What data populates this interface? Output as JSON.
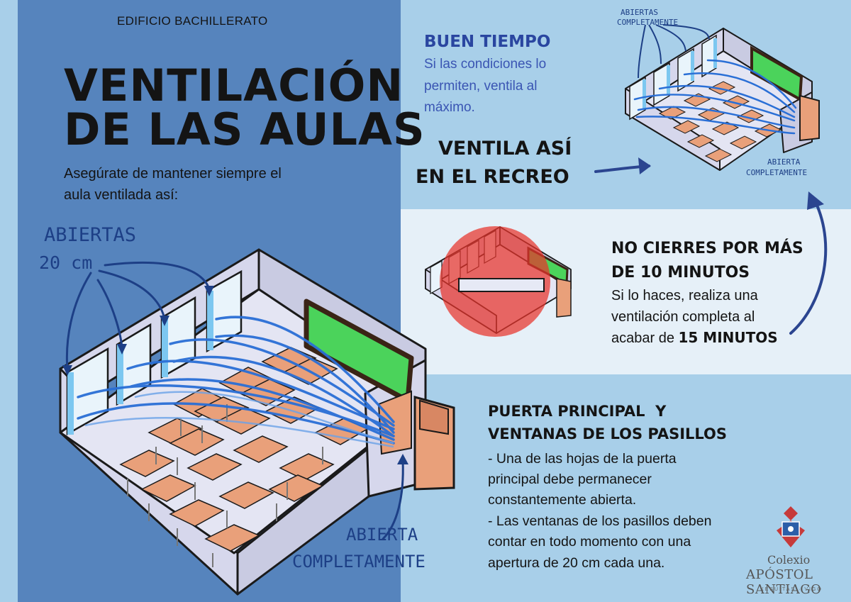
{
  "header": {
    "building": "EDIFICIO BACHILLERATO",
    "title_line1": "VENTILACIÓN",
    "title_line2": "DE LAS AULAS"
  },
  "intro": {
    "line1": "Asegúrate de mantener siempre el",
    "line2": "aula ventilada así:"
  },
  "classroom_labels": {
    "windows_line1": "ABIERTAS",
    "windows_line2": "20 cm",
    "door_line1": "ABIERTA",
    "door_line2": "COMPLETAMENTE"
  },
  "good_weather": {
    "title": "BUEN TIEMPO",
    "line1": "Si las condiciones lo",
    "line2": "permiten, ventila al",
    "line3": "máximo.",
    "cta_line1": "VENTILA ASÍ",
    "cta_line2": "EN EL RECREO",
    "windows_line1": "ABIERTAS",
    "windows_line2": "COMPLETAMENTE",
    "door_line1": "ABIERTA",
    "door_line2": "COMPLETAMENTE"
  },
  "no_close": {
    "title_line1": "NO CIERRES POR MÁS",
    "title_line2": "DE 10 MINUTOS",
    "line1": "Si lo haces, realiza una",
    "line2": "ventilación completa al",
    "line3_prefix": "acabar de ",
    "line3_strong": "15 MINUTOS"
  },
  "door_corridor": {
    "title_line1": "PUERTA PRINCIPAL  Y",
    "title_line2": "VENTANAS DE LOS PASILLOS",
    "line1": "- Una de las hojas de la puerta",
    "line2": "principal debe permanecer",
    "line3": "constantemente abierta.",
    "line4": "- Las ventanas de los pasillos deben",
    "line5": "contar en todo momento con una",
    "line6": "apertura de 20 cm cada una."
  },
  "logo": {
    "line1": "Colexio",
    "line2": "APÓSTOL SANTIAGO",
    "line3": "XESUÍTAS · VIGO"
  },
  "colors": {
    "left_panel": "#5684bd",
    "right_panels": "#a8cfe9",
    "middle_panel": "#e6f0f8",
    "arrow_blue": "#2a6fd6",
    "label_navy": "#1d3f86",
    "board_green": "#4bd35b",
    "desk_orange": "#e9a07a",
    "stop_red": "#e8332b"
  },
  "icons": [
    "classroom-illustration",
    "airflow-arrows",
    "stop-circle",
    "logo-shield"
  ]
}
